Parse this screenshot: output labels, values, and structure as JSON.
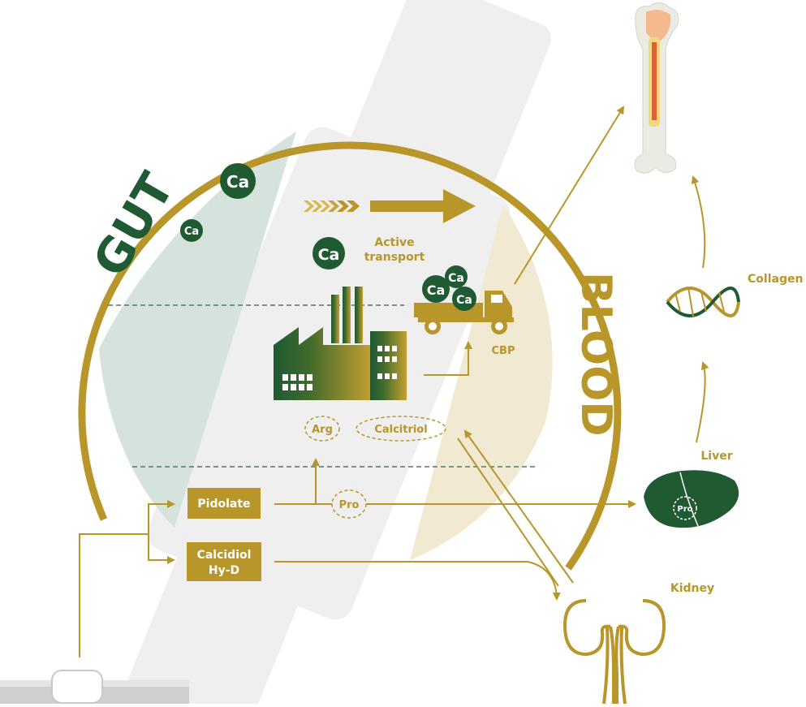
{
  "labels": {
    "gut": "GUT",
    "blood": "BLOOD",
    "ca": "Ca",
    "active_transport_line1": "Active",
    "active_transport_line2": "transport",
    "cbp": "CBP",
    "arg": "Arg",
    "calcitriol": "Calcitriol",
    "pidolate": "Pidolate",
    "pro": "Pro",
    "calcidiol_line1": "Calcidiol",
    "calcidiol_line2": "Hy-D",
    "liver": "Liver",
    "kidney": "Kidney",
    "collagen": "Collagen"
  },
  "colors": {
    "gold": "#b8962a",
    "dark_green": "#1f5a32",
    "gut_zone": "#d5e3dc",
    "blood_zone": "#f1e9d2",
    "cell_band": "#efefef",
    "bone": "#ecebe3",
    "marrow": "#f5b98e"
  }
}
